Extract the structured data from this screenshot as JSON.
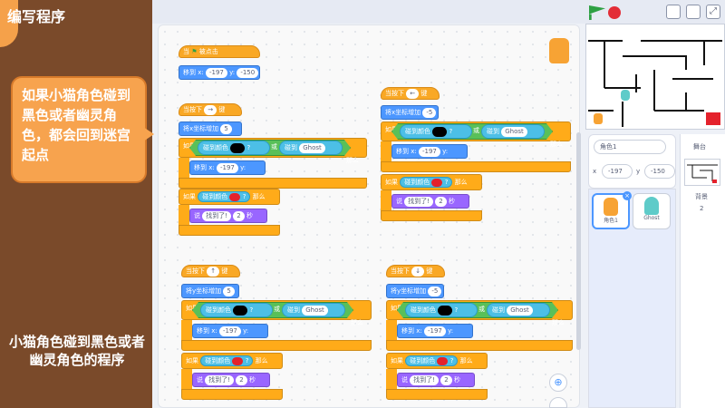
{
  "overlay": {
    "title": "编写程序",
    "callout": "如果小猫角色碰到黑色或者幽灵角色，都会回到迷宫起点",
    "caption": "小猫角色碰到黑色或者幽灵角色的程序"
  },
  "sprite": {
    "name": "角色1",
    "x_label": "x",
    "x_value": "-197",
    "y_label": "y",
    "y_value": "-150",
    "list": [
      "角色1",
      "Ghost"
    ]
  },
  "stage": {
    "label": "舞台",
    "backdrop_label": "背景",
    "backdrop_count": "2"
  },
  "blocks": {
    "when_flag": "当",
    "clicked": "被点击",
    "goto": "移到 x:",
    "y": "y:",
    "x_val": "-197",
    "y_val": "-150",
    "when_key": "当按下",
    "key_right": "→",
    "key_left": "←",
    "key_up": "↑",
    "key_down": "↓",
    "key_suffix": "键",
    "change_x": "将x坐标增加",
    "change_y": "将y坐标增加",
    "plus5": "5",
    "minus5": "-5",
    "if": "如果",
    "then": "那么",
    "touch_color": "碰到颜色",
    "q": "?",
    "or": "或",
    "touching": "碰到",
    "ghost": "Ghost",
    "say": "说",
    "found": "找到了!",
    "two": "2",
    "secs": "秒"
  },
  "colors": {
    "black": "#000000",
    "red": "#e4222c"
  }
}
